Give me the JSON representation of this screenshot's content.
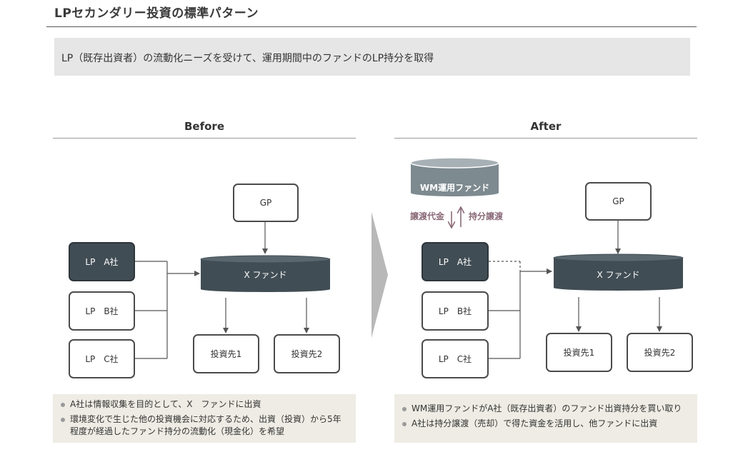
{
  "title": "LPセカンダリー投資の標準パターン",
  "summary": "LP（既存出資者）の流動化ニーズを受けて、運用期間中のファンドのLP持分を取得",
  "before": {
    "heading": "Before",
    "gp": "GP",
    "fund": "X ファンド",
    "lp_a": "LP　A社",
    "lp_b": "LP　B社",
    "lp_c": "LP　C社",
    "target1": "投資先1",
    "target2": "投資先2",
    "notes": [
      "A社は情報収集を目的として、X　ファンドに出資",
      "環境変化で生じた他の投資機会に対応するため、出資（投資）から5年程度が経過したファンド持分の流動化（現金化）を希望"
    ]
  },
  "after": {
    "heading": "After",
    "wm_fund": "WM運用ファンド",
    "transfer_price": "譲渡代金",
    "share_transfer": "持分譲渡",
    "gp": "GP",
    "fund": "X ファンド",
    "lp_a": "LP　A社",
    "lp_b": "LP　B社",
    "lp_c": "LP　C社",
    "target1": "投資先1",
    "target2": "投資先2",
    "notes": [
      "WM運用ファンドがA社（既存出資者）のファンド出資持分を買い取り",
      "A社は持分譲渡（売却）で得た資金を活用し、他ファンドに出資"
    ]
  },
  "colors": {
    "dark_node": "#414d54",
    "wm_cylinder": "#7d8a90",
    "arrow_label": "#8a6a78",
    "note_bg": "#eeece4"
  }
}
